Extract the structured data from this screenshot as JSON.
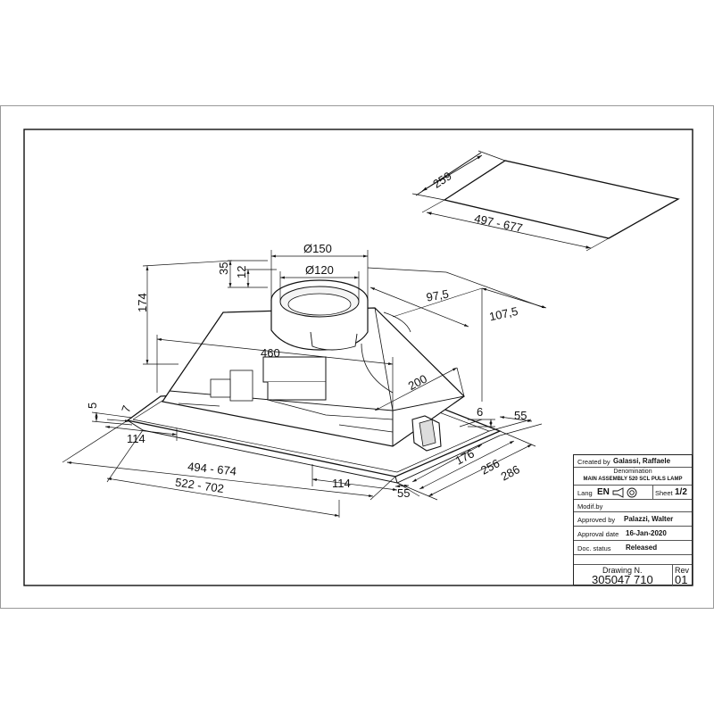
{
  "panel": {
    "dims": {
      "w259": "259",
      "w497_677": "497 - 677"
    }
  },
  "hood": {
    "dims": {
      "d150": "Ø150",
      "d120": "Ø120",
      "h35": "35",
      "h12": "12",
      "h174": "174",
      "w97_5": "97,5",
      "w107_5": "107,5",
      "w460": "460",
      "w200": "200",
      "h5": "5",
      "h7": "7",
      "h6": "6",
      "w55_right": "55",
      "w114_left": "114",
      "w176": "176",
      "w256": "256",
      "w286": "286",
      "w494_674": "494 - 674",
      "w114_mid": "114",
      "w55_bottom": "55",
      "w522_702": "522 - 702"
    }
  },
  "title_block": {
    "created_by_label": "Created by",
    "created_by": "Galassi, Raffaele",
    "denomination_label": "Denomination",
    "denomination": "MAIN ASSEMBLY 520 SCL PULS LAMP",
    "lang_label": "Lang",
    "lang": "EN",
    "sheet_label": "Sheet",
    "sheet": "1/2",
    "modif_label": "Modif.by",
    "approved_by_label": "Approved by",
    "approved_by": "Palazzi, Walter",
    "approval_date_label": "Approval date",
    "approval_date": "16-Jan-2020",
    "doc_status_label": "Doc. status",
    "doc_status": "Released",
    "drawing_no_label": "Drawing N.",
    "drawing_no": "305047 710",
    "rev_label": "Rev",
    "rev": "01"
  }
}
